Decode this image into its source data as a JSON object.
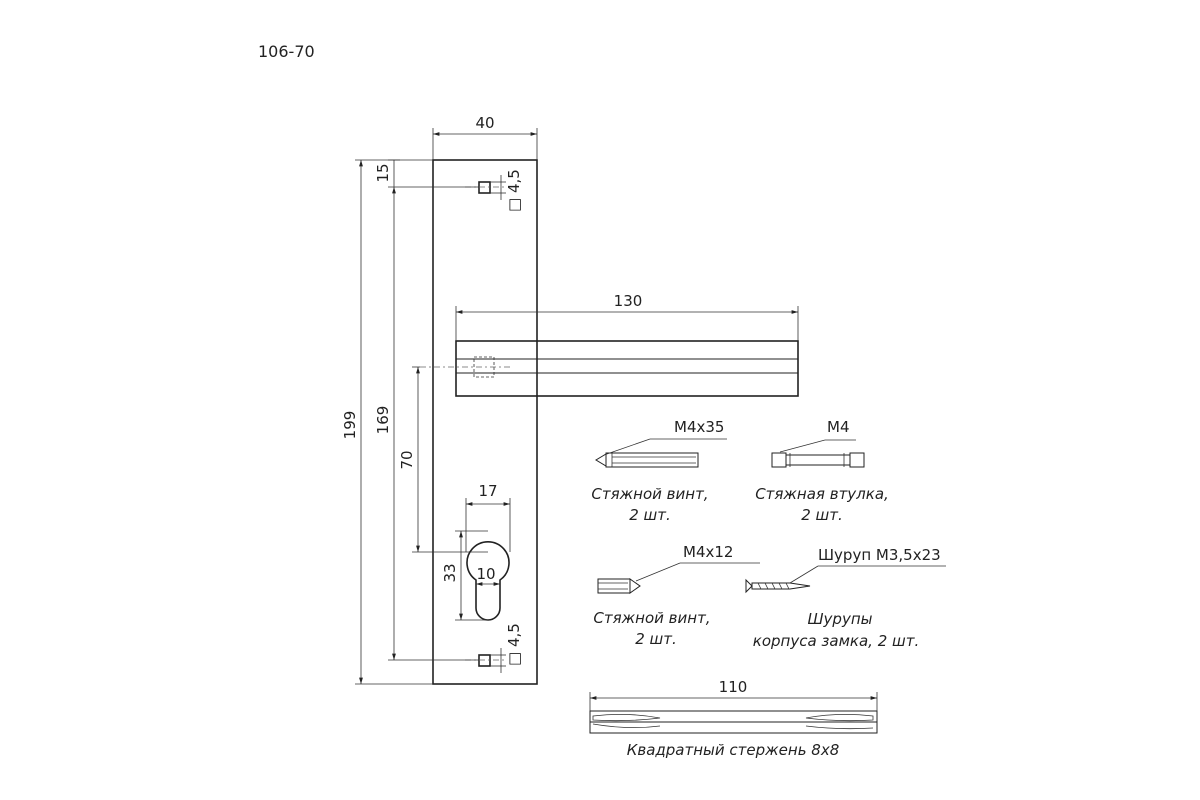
{
  "title": "106-70",
  "plate": {
    "width_label": "40",
    "height_label": "199",
    "holes_span_label": "169",
    "top_offset_label": "15",
    "square_hole_top_label": "□ 4,5",
    "square_hole_bottom_label": "□ 4,5",
    "handle_to_keyhole_label": "70"
  },
  "handle": {
    "length_label": "130"
  },
  "keyhole": {
    "width_label": "17",
    "height_label": "33",
    "narrow_label": "10"
  },
  "parts": [
    {
      "spec": "M4x35",
      "caption_1": "Стяжной винт,",
      "caption_2": "2 шт."
    },
    {
      "spec": "M4",
      "caption_1": "Стяжная втулка,",
      "caption_2": "2 шт."
    },
    {
      "spec": "M4x12",
      "caption_1": "Стяжной винт,",
      "caption_2": "2 шт."
    },
    {
      "spec": "Шуруп M3,5x23",
      "caption_1": "Шурупы",
      "caption_2": "корпуса замка, 2 шт."
    }
  ],
  "spindle": {
    "length_label": "110",
    "caption": "Квадратный стержень 8х8"
  }
}
